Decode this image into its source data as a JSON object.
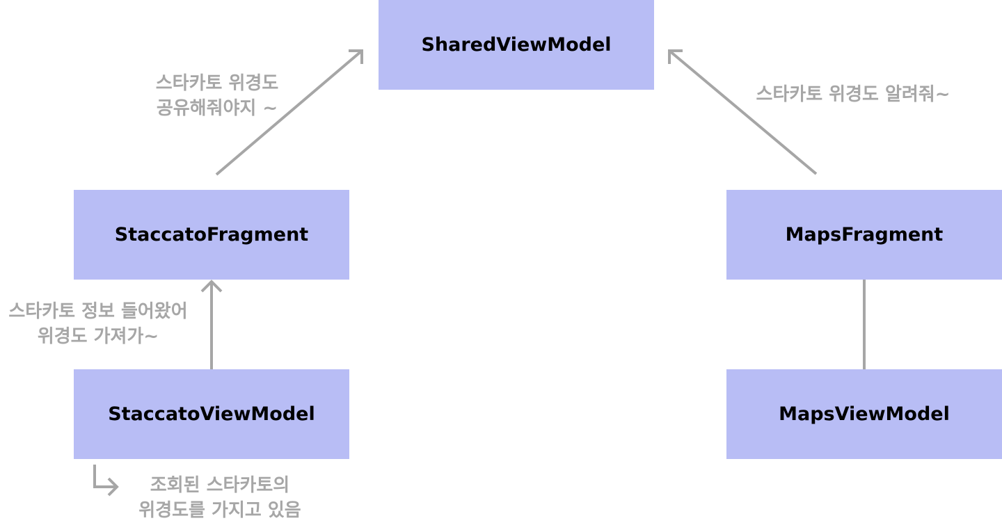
{
  "nodes": {
    "shared_vm": "SharedViewModel",
    "staccato_fragment": "StaccatoFragment",
    "staccato_vm": "StaccatoViewModel",
    "maps_fragment": "MapsFragment",
    "maps_vm": "MapsViewModel"
  },
  "edge_labels": {
    "staccato_to_shared": [
      "스타카토 위경도",
      "공유해줘야지 ~"
    ],
    "maps_to_shared": [
      "스타카토 위경도 알려줘~"
    ],
    "vm_to_fragment": [
      "스타카토 정보 들어왔어",
      "위경도 가져가~"
    ],
    "vm_note": [
      "조회된 스타카토의",
      "위경도를 가지고 있음"
    ]
  },
  "colors": {
    "box_fill": "#b8bdf5",
    "arrow": "#a6a6a6",
    "label_text": "#a6a6a6",
    "box_text": "#000000"
  }
}
